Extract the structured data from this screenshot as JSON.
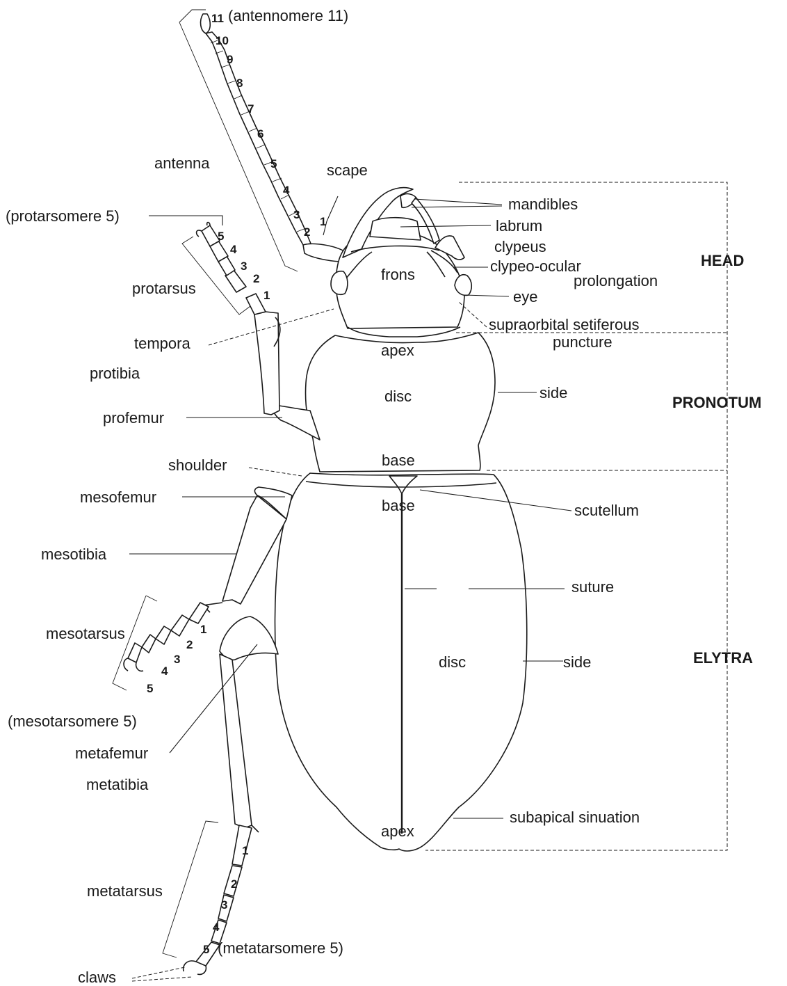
{
  "labels": {
    "antennomere_11": "(antennomere 11)",
    "antenna": "antenna",
    "scape": "scape",
    "mandibles": "mandibles",
    "labrum": "labrum",
    "clypeus": "clypeus",
    "clypeo_ocular": "clypeo-ocular",
    "prolongation": "prolongation",
    "frons": "frons",
    "eye": "eye",
    "supraorbital": "supraorbital setiferous",
    "puncture": "puncture",
    "protarsomere_5": "(protarsomere 5)",
    "protarsus": "protarsus",
    "tempora": "tempora",
    "protibia": "protibia",
    "profemur": "profemur",
    "pronotum_apex": "apex",
    "pronotum_disc": "disc",
    "pronotum_side": "side",
    "pronotum_base": "base",
    "shoulder": "shoulder",
    "mesofemur": "mesofemur",
    "elytra_base": "base",
    "scutellum": "scutellum",
    "mesotibia": "mesotibia",
    "suture": "suture",
    "mesotarsus": "mesotarsus",
    "elytra_disc": "disc",
    "elytra_side": "side",
    "mesotarsomere_5": "(mesotarsomere 5)",
    "metafemur": "metafemur",
    "metatibia": "metatibia",
    "subapical_sinuation": "subapical sinuation",
    "elytra_apex": "apex",
    "metatarsus": "metatarsus",
    "metatarsomere_5": "(metatarsomere 5)",
    "claws": "claws"
  },
  "regions": {
    "head": "HEAD",
    "pronotum": "PRONOTUM",
    "elytra": "ELYTRA"
  },
  "numbers": {
    "antennomeres": [
      "11",
      "10",
      "9",
      "8",
      "7",
      "6",
      "5",
      "4",
      "3",
      "2",
      "1"
    ],
    "protarsomeres": [
      "5",
      "4",
      "3",
      "2",
      "1"
    ],
    "mesotarsomeres": [
      "1",
      "2",
      "3",
      "4",
      "5"
    ],
    "metatarsomeres": [
      "1",
      "2",
      "3",
      "4",
      "5"
    ]
  }
}
